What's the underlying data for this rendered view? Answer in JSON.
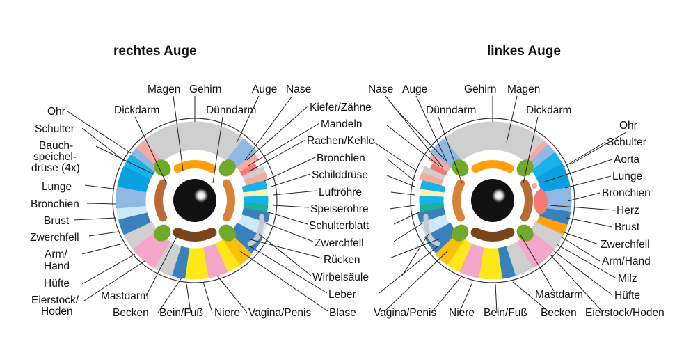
{
  "titles": {
    "right_eye": "rechtes Auge",
    "left_eye": "linkes Auge"
  },
  "colors": {
    "gray": "#cfcfcf",
    "salmon": "#f7aaa0",
    "lightblue": "#8fb8e3",
    "cyan": "#18b2ea",
    "blue": "#0aa0e0",
    "paleblue": "#cde8f7",
    "steel": "#3a80bd",
    "pink": "#f4a6c8",
    "yellow": "#ffe81a",
    "amber": "#fdc10d",
    "green": "#71a92a",
    "orange": "#ffa00a",
    "brown_light": "#d7843a",
    "brown": "#b86b34",
    "brown_dark": "#7b4419",
    "red": "#f37a75",
    "cream": "#fff3a8",
    "teal": "#19b29a",
    "pupil": "#111111"
  },
  "right_eye": {
    "labels": [
      {
        "text": "Magen"
      },
      {
        "text": "Gehirn"
      },
      {
        "text": "Auge"
      },
      {
        "text": "Nase"
      },
      {
        "text": "Dickdarm"
      },
      {
        "text": "Dünndarm"
      },
      {
        "text": "Ohr"
      },
      {
        "text": "Schulter"
      },
      {
        "text": "Bauch-"
      },
      {
        "text": "speichel-"
      },
      {
        "text": "drüse (4x)"
      },
      {
        "text": "Lunge"
      },
      {
        "text": "Bronchien"
      },
      {
        "text": "Brust"
      },
      {
        "text": "Zwerchfell"
      },
      {
        "text": "Arm/"
      },
      {
        "text": "Hand"
      },
      {
        "text": "Hüfte"
      },
      {
        "text": "Eierstock/"
      },
      {
        "text": "Hoden"
      },
      {
        "text": "Mastdarm"
      },
      {
        "text": "Becken"
      },
      {
        "text": "Bein/Fuß"
      },
      {
        "text": "Niere"
      },
      {
        "text": "Vagina/Penis"
      },
      {
        "text": "Kiefer/Zähne"
      },
      {
        "text": "Mandeln"
      },
      {
        "text": "Rachen/Kehle"
      },
      {
        "text": "Bronchien"
      },
      {
        "text": "Schilddrüse"
      },
      {
        "text": "Luftröhre"
      },
      {
        "text": "Speiseröhre"
      },
      {
        "text": "Schulterblatt"
      },
      {
        "text": "Zwerchfell"
      },
      {
        "text": "Rücken"
      },
      {
        "text": "Wirbelsäule"
      },
      {
        "text": "Leber"
      },
      {
        "text": "Blase"
      }
    ]
  },
  "left_eye": {
    "labels": [
      {
        "text": "Nase"
      },
      {
        "text": "Auge"
      },
      {
        "text": "Gehirn"
      },
      {
        "text": "Magen"
      },
      {
        "text": "Dünndarm"
      },
      {
        "text": "Dickdarm"
      },
      {
        "text": "Ohr"
      },
      {
        "text": "Schulter"
      },
      {
        "text": "Aorta"
      },
      {
        "text": "Lunge"
      },
      {
        "text": "Bronchien"
      },
      {
        "text": "Herz"
      },
      {
        "text": "Brust"
      },
      {
        "text": "Zwerchfell"
      },
      {
        "text": "Arm/Hand"
      },
      {
        "text": "Milz"
      },
      {
        "text": "Hüfte"
      },
      {
        "text": "Eierstock/Hoden"
      },
      {
        "text": "Mastdarm"
      },
      {
        "text": "Becken"
      },
      {
        "text": "Bein/Fuß"
      },
      {
        "text": "Niere"
      },
      {
        "text": "Vagina/Penis"
      }
    ]
  }
}
